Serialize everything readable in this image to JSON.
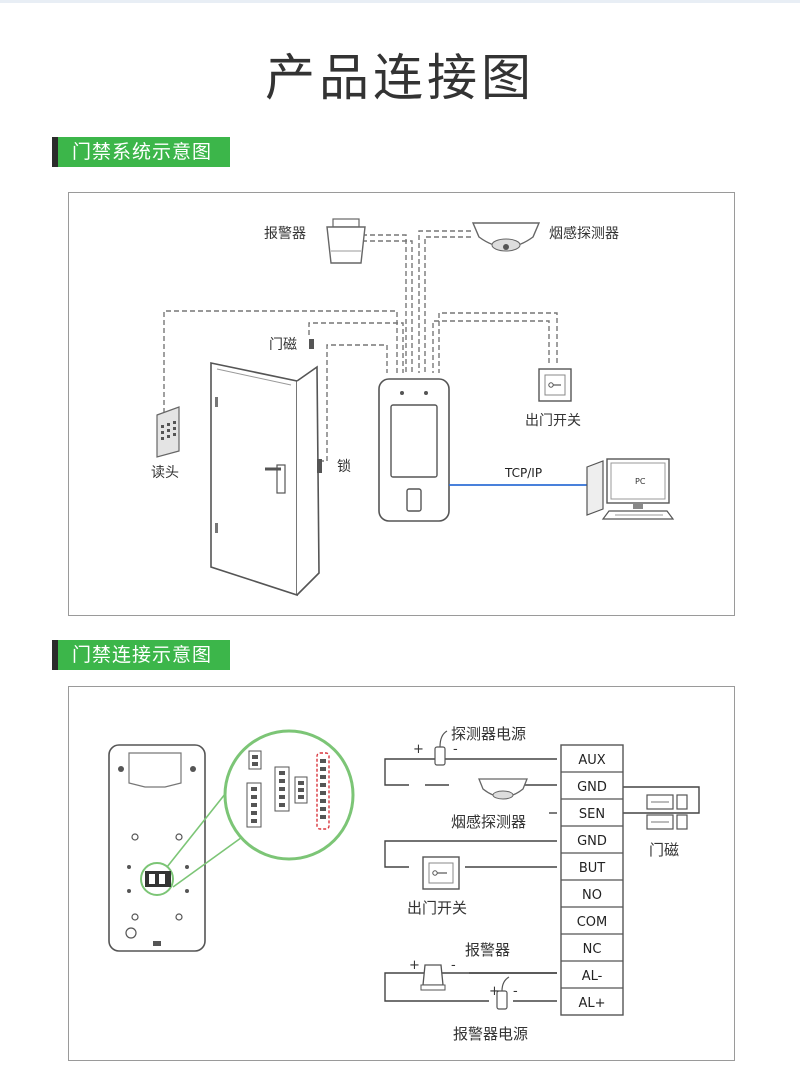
{
  "page": {
    "title": "产品连接图"
  },
  "section1": {
    "title": "门禁系统示意图",
    "labels": {
      "alarm": "报警器",
      "smoke": "烟感探测器",
      "door_sensor": "门磁",
      "reader": "读头",
      "lock": "锁",
      "exit_button": "出门开关",
      "network": "TCP/IP",
      "pc": "PC"
    }
  },
  "section2": {
    "title": "门禁连接示意图",
    "labels": {
      "detector_power": "探测器电源",
      "smoke": "烟感探测器",
      "exit_button": "出门开关",
      "alarm": "报警器",
      "alarm_power": "报警器电源",
      "door_sensor": "门磁",
      "plus": "+",
      "minus": "-"
    },
    "terminals": [
      "AUX",
      "GND",
      "SEN",
      "GND",
      "BUT",
      "NO",
      "COM",
      "NC",
      "AL-",
      "AL+"
    ]
  },
  "colors": {
    "accent_green": "#3cb64a",
    "line_blue": "#2f6fd6",
    "highlight_red": "#d9363e",
    "zoom_green": "#7cc576"
  }
}
